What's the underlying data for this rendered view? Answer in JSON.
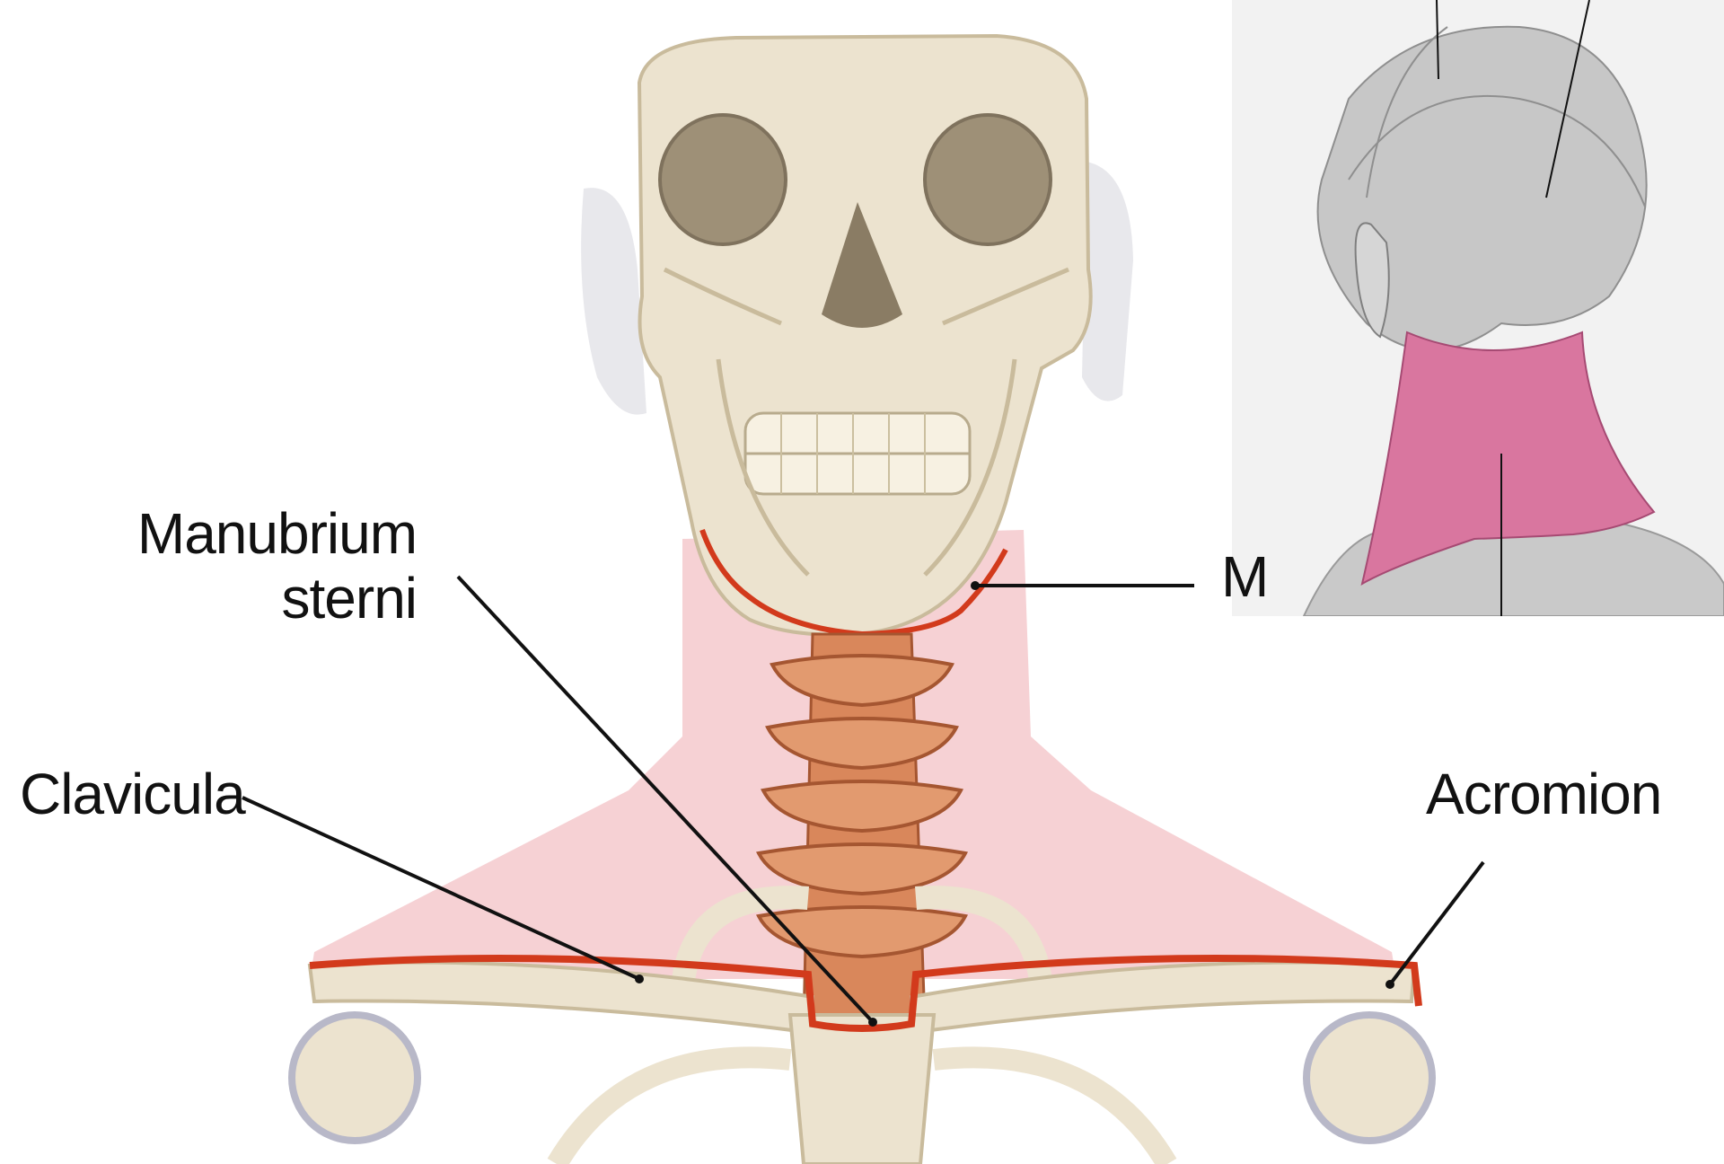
{
  "labels": {
    "manubrium_line1": "Manubrium",
    "manubrium_line2": "sterni",
    "clavicula": "Clavicula",
    "acromion": "Acromion",
    "cut_off_label": "M"
  },
  "colors": {
    "region_fill": "#f6cfd2",
    "boundary_line": "#d23a1c",
    "bone": "#ece3cf",
    "bone_shadow": "#c9bb9c",
    "vertebra": "#d9875b",
    "inset_region": "#d9769f",
    "inset_head": "#c7c7c7",
    "leader_line": "#111111"
  },
  "icons": {
    "skull": "skull-illustration",
    "spine": "cervical-spine-illustration",
    "clavicles": "clavicle-illustration",
    "inset_head": "posterior-head-illustration"
  }
}
